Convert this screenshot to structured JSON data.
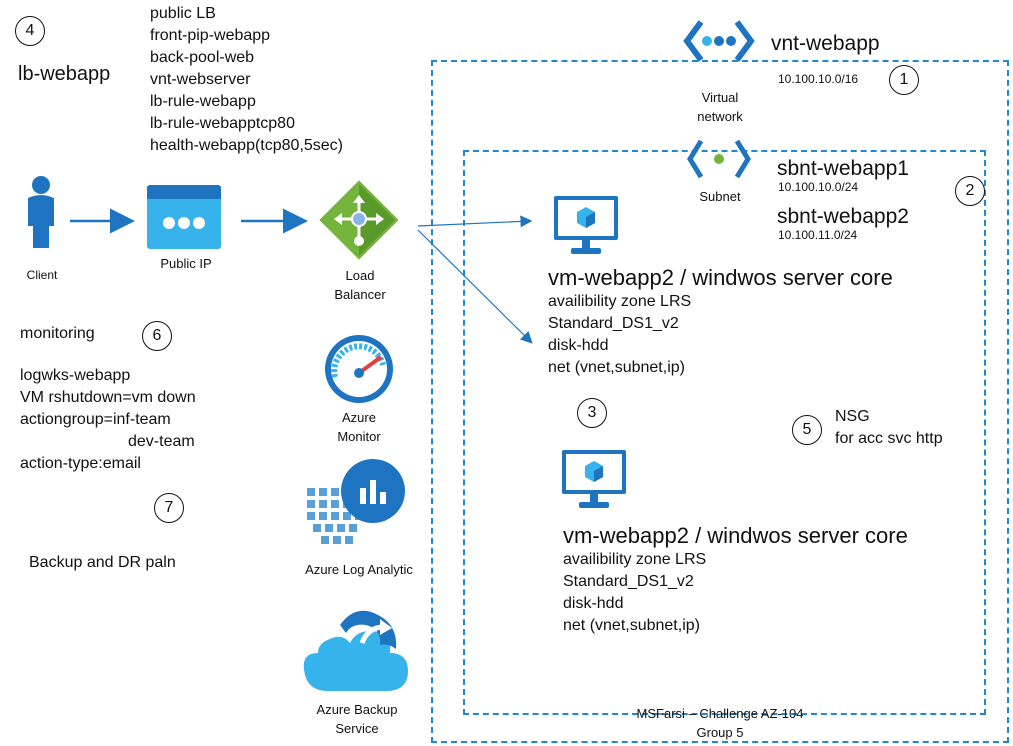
{
  "numbers": {
    "n1": "1",
    "n2": "2",
    "n3": "3",
    "n4": "4",
    "n5": "5",
    "n6": "6",
    "n7": "7"
  },
  "lb_title": "lb-webapp",
  "lb_config": [
    "public LB",
    "front-pip-webapp",
    "back-pool-web",
    "vnt-webserver",
    "lb-rule-webapp",
    "lb-rule-webapptcp80",
    "health-webapp(tcp80,5sec)"
  ],
  "client_label": "Client",
  "public_ip_label": "Public IP",
  "load_balancer_label": [
    "Load",
    "Balancer"
  ],
  "vnet": {
    "title": "vnt-webapp",
    "cidr": "10.100.10.0/16",
    "icon_label": [
      "Virtual",
      "network"
    ]
  },
  "subnet": {
    "icon_label": "Subnet",
    "name1": "sbnt-webapp1",
    "cidr1": "10.100.10.0/24",
    "name2": "sbnt-webapp2",
    "cidr2": "10.100.11.0/24"
  },
  "vm1": {
    "title": "vm-webapp2 / windwos server core",
    "details": [
      "availibility zone LRS",
      "Standard_DS1_v2",
      "disk-hdd",
      "net (vnet,subnet,ip)"
    ]
  },
  "vm2": {
    "title": "vm-webapp2 / windwos server core",
    "details": [
      "availibility zone LRS",
      "Standard_DS1_v2",
      "disk-hdd",
      "net (vnet,subnet,ip)"
    ]
  },
  "nsg": [
    "NSG",
    "for acc svc http"
  ],
  "monitoring": {
    "title": "monitoring",
    "lines": [
      "logwks-webapp",
      "VM rshutdown=vm down",
      "actiongroup=inf-team",
      "dev-team",
      "action-type:email"
    ]
  },
  "backup_text": "Backup and DR paln",
  "azure_monitor_label": [
    "Azure",
    "Monitor"
  ],
  "log_analytic_label": "Azure Log Analytic",
  "backup_service_label": [
    "Azure Backup",
    "Service"
  ],
  "footer": [
    "MSFarsi – Challenge AZ-104",
    "Group 5"
  ],
  "colors": {
    "azure_blue": "#1e88d4",
    "dashed_border": "#1e88d4",
    "lb_green": "#6aa329",
    "monitor_blue": "#1f74c2"
  }
}
